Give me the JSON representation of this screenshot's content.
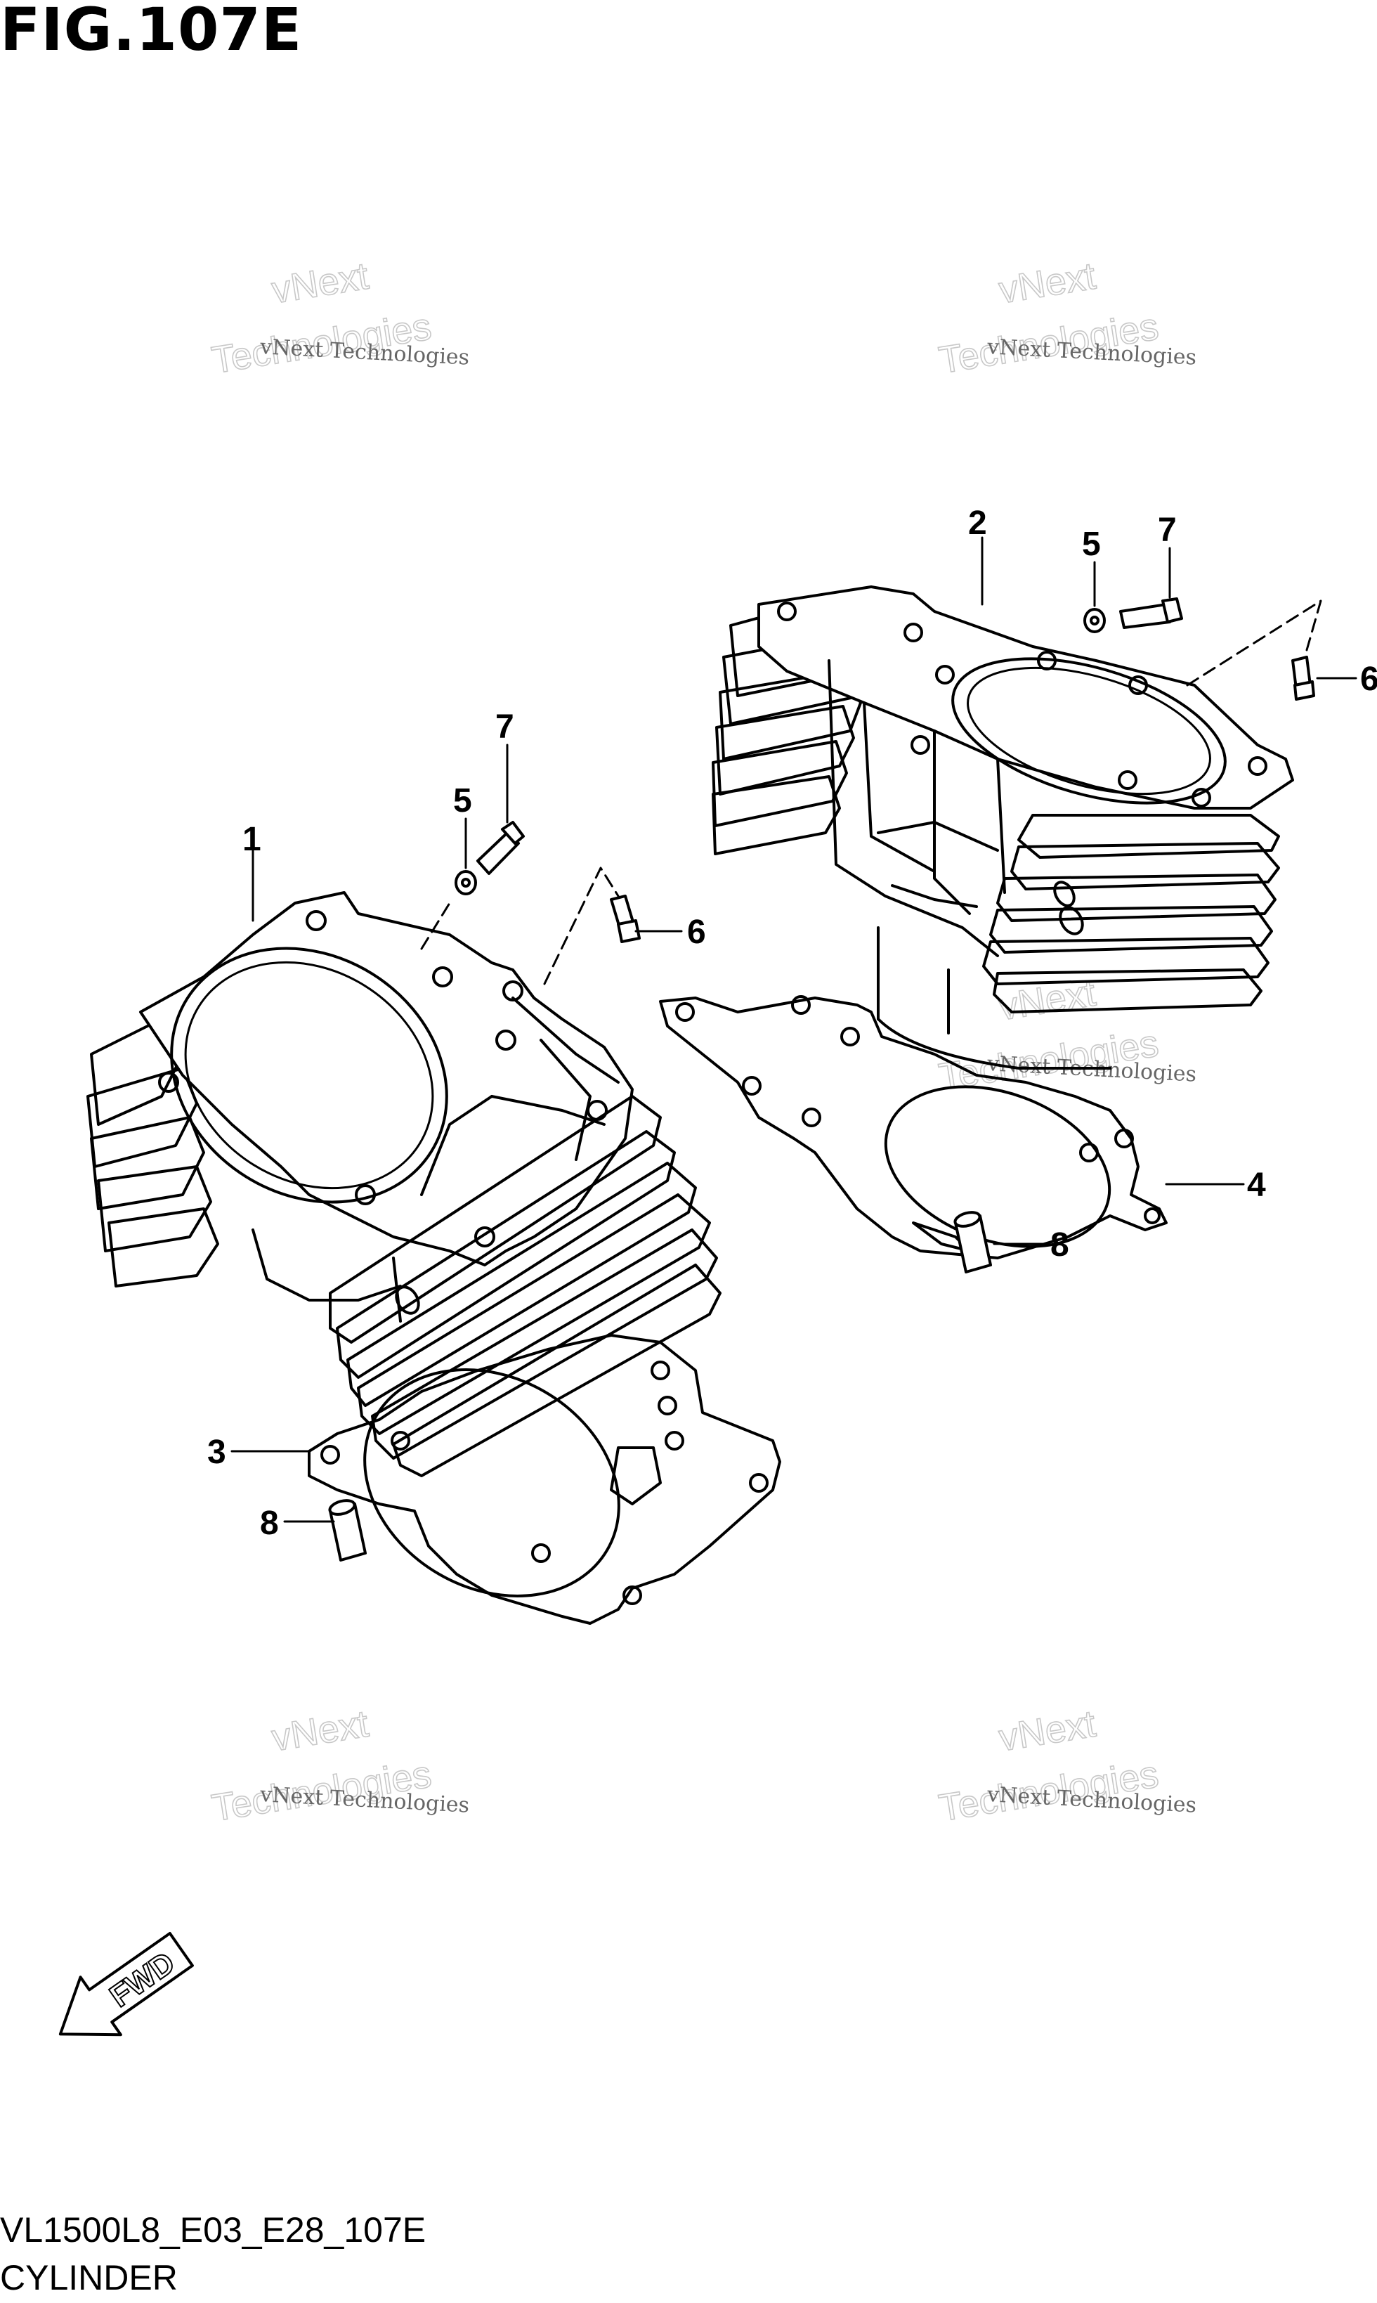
{
  "figure": {
    "title": "FIG.107E",
    "code": "VL1500L8_E03_E28_107E",
    "name": "CYLINDER"
  },
  "callouts": [
    {
      "id": "1",
      "label": "1"
    },
    {
      "id": "2",
      "label": "2"
    },
    {
      "id": "3",
      "label": "3"
    },
    {
      "id": "4",
      "label": "4"
    },
    {
      "id": "5a",
      "label": "5"
    },
    {
      "id": "5b",
      "label": "5"
    },
    {
      "id": "6a",
      "label": "6"
    },
    {
      "id": "6b",
      "label": "6"
    },
    {
      "id": "7a",
      "label": "7"
    },
    {
      "id": "7b",
      "label": "7"
    },
    {
      "id": "8a",
      "label": "8"
    },
    {
      "id": "8b",
      "label": "8"
    }
  ],
  "watermark": {
    "line": "vNext Technologies",
    "big_top": "vNext",
    "big_bottom": "Technologies"
  },
  "fwd_label": "FWD"
}
